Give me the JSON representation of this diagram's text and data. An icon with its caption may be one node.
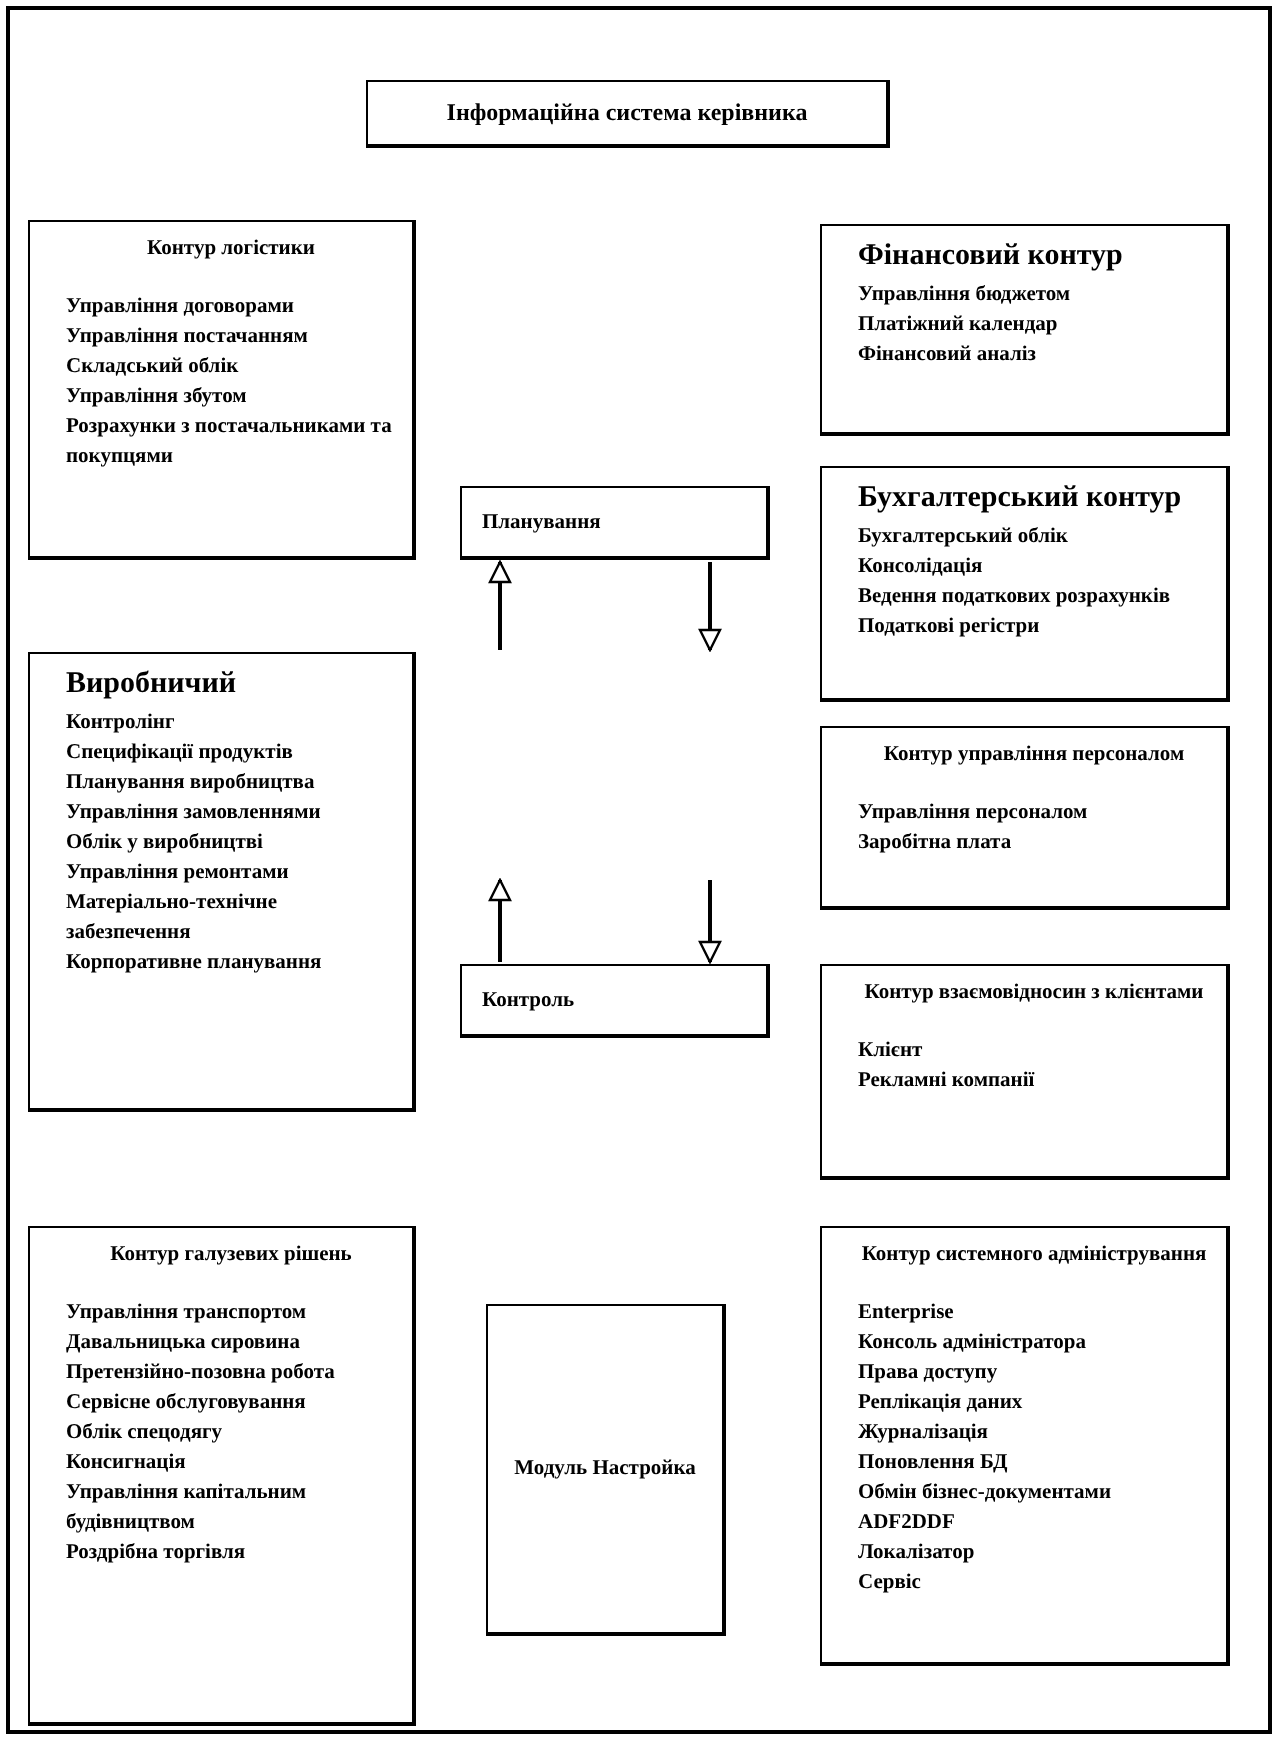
{
  "diagram": {
    "nodes": [
      {
        "text": [
          "Інформаційна система керівника"
        ]
      },
      {
        "text": [
          "Контур логістики",
          "Управління договорами",
          "Управління постачанням",
          "Складський облік",
          "Управління збутом",
          "Розрахунки з постачальниками та покупцями"
        ]
      },
      {
        "text": [
          "Фінансовий контур",
          "Управління бюджетом",
          "Платіжний календар",
          "Фінансовий аналіз"
        ]
      },
      {
        "text": [
          "Планування"
        ]
      },
      {
        "text": [
          "Бухгалтерський контур",
          "Бухгалтерський облік",
          "Консолідація",
          "Ведення податкових розрахунків",
          "Податкові регістри"
        ]
      },
      {
        "text": [
          "Виробничий",
          "Контролінг",
          "Специфікації продуктів",
          "Планування виробництва",
          "Управління замовленнями",
          "Облік у виробництві",
          "Управління ремонтами",
          "Матеріально-технічне забезпечення",
          "Корпоративне планування"
        ]
      },
      {
        "text": [
          "Контур управління персоналом",
          "Управління персоналом",
          "Заробітна плата"
        ]
      },
      {
        "text": [
          "Контроль"
        ]
      },
      {
        "text": [
          "Контур взаємовідносин з клієнтами",
          "Клієнт",
          "Рекламні компанії"
        ]
      },
      {
        "text": [
          "Контур галузевих рішень",
          "Управління транспортом",
          "Давальницька сировина",
          "Претензійно-позовна робота",
          "Сервісне обслуговування",
          "Облік спецодягу",
          "Консигнація",
          "Управління капітальним будівництвом",
          "Роздрібна торгівля"
        ]
      },
      {
        "text": [
          "Модуль Настройка"
        ]
      },
      {
        "text": [
          "Контур системного адміністрування",
          "Enterprise",
          "Консоль адміністратора",
          "Права доступу",
          "Реплікація даних",
          "Журналізація",
          "Поновлення БД",
          "Обмін бізнес-документами",
          "ADF2DDF",
          "Локалізатор",
          "Сервіс"
        ]
      }
    ],
    "edges": [
      {
        "from": null,
        "to": 3,
        "arrow": "to"
      },
      {
        "from": 3,
        "to": null,
        "arrow": "to"
      },
      {
        "from": 7,
        "to": null,
        "arrow": "to"
      },
      {
        "from": null,
        "to": 7,
        "arrow": "to"
      }
    ]
  }
}
